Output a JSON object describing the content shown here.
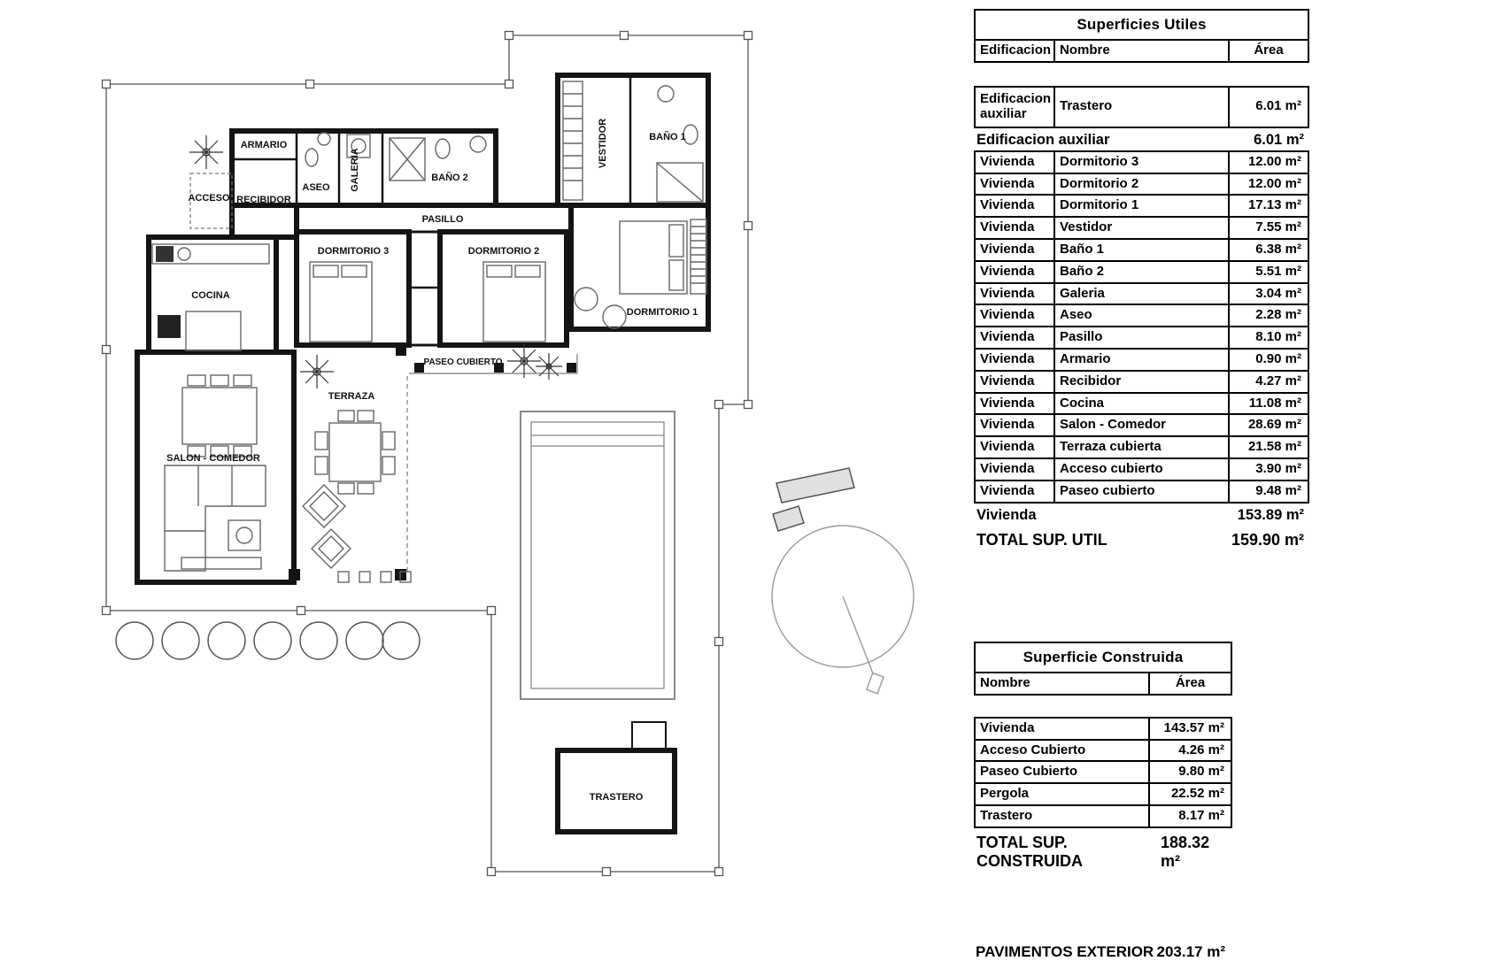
{
  "plan": {
    "rooms": {
      "armario": "ARMARIO",
      "recibidor": "RECIBIDOR",
      "acceso": "ACCESO",
      "aseo": "ASEO",
      "galeria": "GALERIA",
      "bano2": "BAÑO 2",
      "vestidor": "VESTIDOR",
      "bano1": "BAÑO 1",
      "pasillo": "PASILLO",
      "dormitorio3": "DORMITORIO 3",
      "dormitorio2": "DORMITORIO 2",
      "dormitorio1": "DORMITORIO 1",
      "cocina": "COCINA",
      "salon": "SALON - COMEDOR",
      "terraza": "TERRAZA",
      "paseo": "PASEO CUBIERTO",
      "trastero": "TRASTERO"
    }
  },
  "tables": {
    "utiles": {
      "title": "Superficies Utiles",
      "headers": [
        "Edificacion",
        "Nombre",
        "Área"
      ],
      "first_row": {
        "edificacion": "Edificacion auxiliar",
        "nombre": "Trastero",
        "area": "6.01 m²"
      },
      "subtotal_aux": {
        "label": "Edificacion auxiliar",
        "area": "6.01 m²"
      },
      "rows": [
        {
          "edificacion": "Vivienda",
          "nombre": "Dormitorio 3",
          "area": "12.00 m²"
        },
        {
          "edificacion": "Vivienda",
          "nombre": "Dormitorio 2",
          "area": "12.00 m²"
        },
        {
          "edificacion": "Vivienda",
          "nombre": "Dormitorio 1",
          "area": "17.13 m²"
        },
        {
          "edificacion": "Vivienda",
          "nombre": "Vestidor",
          "area": "7.55 m²"
        },
        {
          "edificacion": "Vivienda",
          "nombre": "Baño 1",
          "area": "6.38 m²"
        },
        {
          "edificacion": "Vivienda",
          "nombre": "Baño 2",
          "area": "5.51 m²"
        },
        {
          "edificacion": "Vivienda",
          "nombre": "Galeria",
          "area": "3.04 m²"
        },
        {
          "edificacion": "Vivienda",
          "nombre": "Aseo",
          "area": "2.28 m²"
        },
        {
          "edificacion": "Vivienda",
          "nombre": "Pasillo",
          "area": "8.10 m²"
        },
        {
          "edificacion": "Vivienda",
          "nombre": "Armario",
          "area": "0.90 m²"
        },
        {
          "edificacion": "Vivienda",
          "nombre": "Recibidor",
          "area": "4.27 m²"
        },
        {
          "edificacion": "Vivienda",
          "nombre": "Cocina",
          "area": "11.08 m²"
        },
        {
          "edificacion": "Vivienda",
          "nombre": "Salon - Comedor",
          "area": "28.69 m²"
        },
        {
          "edificacion": "Vivienda",
          "nombre": "Terraza cubierta",
          "area": "21.58 m²"
        },
        {
          "edificacion": "Vivienda",
          "nombre": "Acceso cubierto",
          "area": "3.90 m²"
        },
        {
          "edificacion": "Vivienda",
          "nombre": "Paseo cubierto",
          "area": "9.48 m²"
        }
      ],
      "subtotal_vivienda": {
        "label": "Vivienda",
        "area": "153.89 m²"
      },
      "total": {
        "label": "TOTAL SUP. UTIL",
        "area": "159.90 m²"
      }
    },
    "construida": {
      "title": "Superficie Construida",
      "headers": [
        "Nombre",
        "Área"
      ],
      "rows": [
        {
          "nombre": "Vivienda",
          "area": "143.57 m²"
        },
        {
          "nombre": "Acceso Cubierto",
          "area": "4.26 m²"
        },
        {
          "nombre": "Paseo Cubierto",
          "area": "9.80 m²"
        },
        {
          "nombre": "Pergola",
          "area": "22.52 m²"
        },
        {
          "nombre": "Trastero",
          "area": "8.17 m²"
        }
      ],
      "total": {
        "label": "TOTAL SUP. CONSTRUIDA",
        "area": "188.32 m²"
      }
    }
  },
  "footer": {
    "partial_left": "PAVIMENTOS EXTERIOR",
    "partial_right": "203.17 m²"
  }
}
